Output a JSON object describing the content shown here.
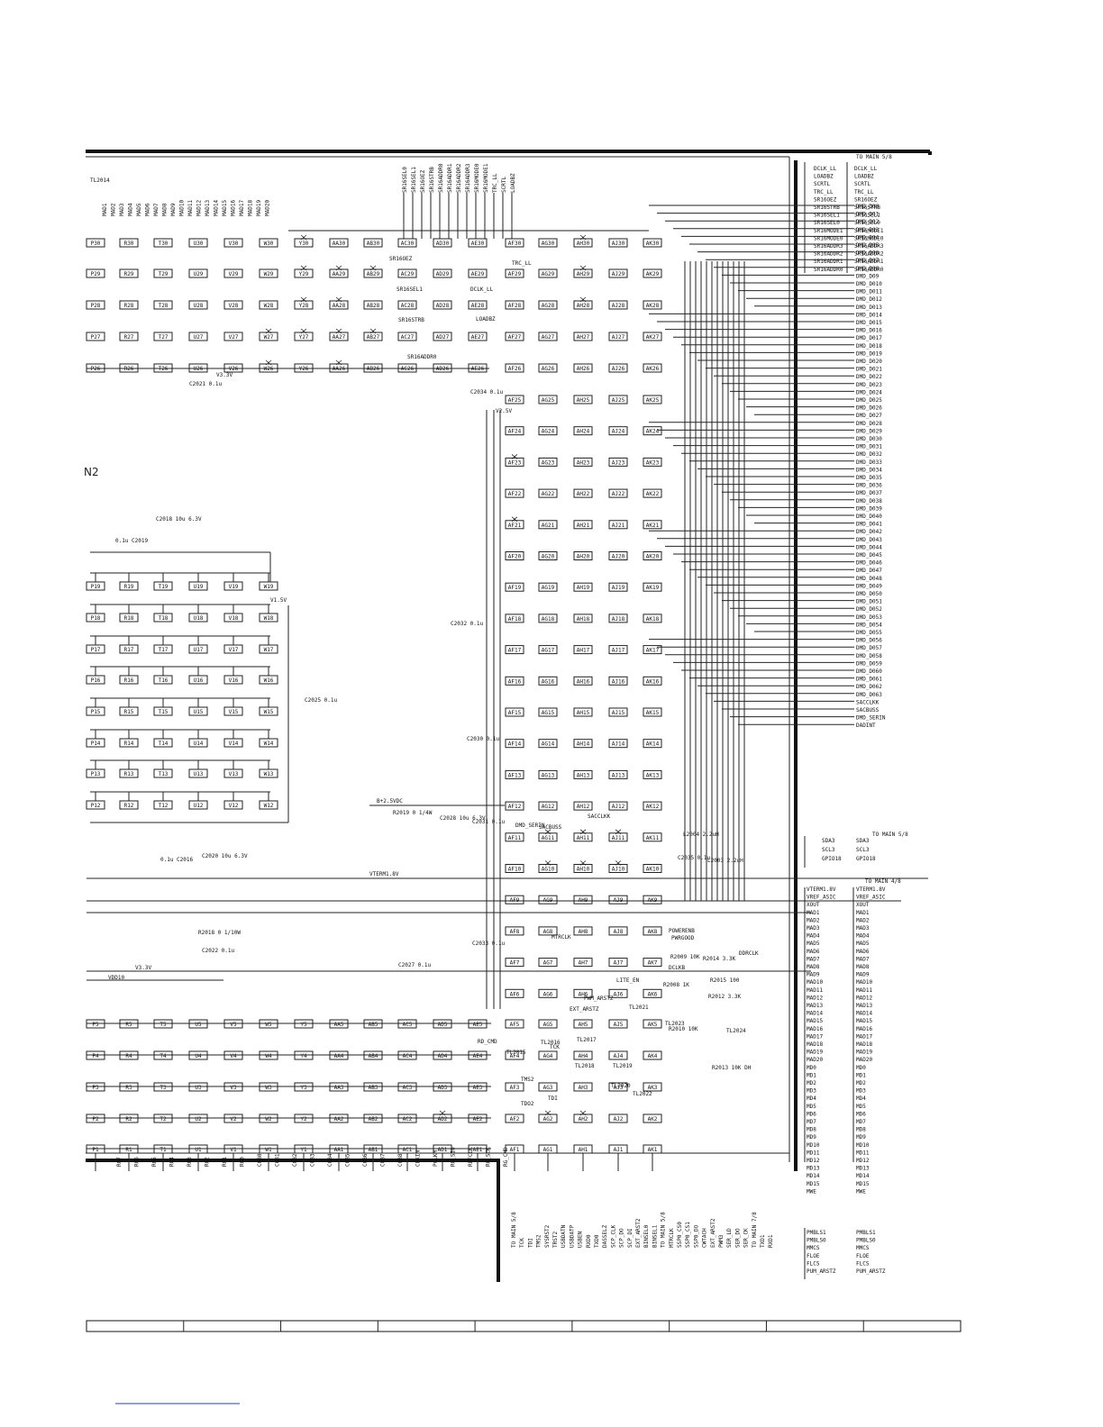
{
  "sheet_fragment_label": "N2",
  "to_main_labels": [
    "TO MAIN 5/8",
    "TO MAIN 5/8",
    "TO MAIN 4/8"
  ],
  "right_top_signals": [
    "DCLK_LL",
    "LOADBZ",
    "SCRTL",
    "TRC_LL",
    "SR16OEZ",
    "SR16STRB",
    "SR16SEL1",
    "SR16SEL0",
    "SR16MODE1",
    "SR16MODE0",
    "SR16ADDR3",
    "SR16ADDR2",
    "SR16ADDR1",
    "SR16ADDR0"
  ],
  "dmd_signals": [
    "DMD_D00",
    "DMD_D01",
    "DMD_D02",
    "DMD_D03",
    "DMD_D04",
    "DMD_D05",
    "DMD_D06",
    "DMD_D07",
    "DMD_D08",
    "DMD_D09",
    "DMD_D010",
    "DMD_D011",
    "DMD_D012",
    "DMD_D013",
    "DMD_D014",
    "DMD_D015",
    "DMD_D016",
    "DMD_D017",
    "DMD_D018",
    "DMD_D019",
    "DMD_D020",
    "DMD_D021",
    "DMD_D022",
    "DMD_D023",
    "DMD_D024",
    "DMD_D025",
    "DMD_D026",
    "DMD_D027",
    "DMD_D028",
    "DMD_D029",
    "DMD_D030",
    "DMD_D031",
    "DMD_D032",
    "DMD_D033",
    "DMD_D034",
    "DMD_D035",
    "DMD_D036",
    "DMD_D037",
    "DMD_D038",
    "DMD_D039",
    "DMD_D040",
    "DMD_D041",
    "DMD_D042",
    "DMD_D043",
    "DMD_D044",
    "DMD_D045",
    "DMD_D046",
    "DMD_D047",
    "DMD_D048",
    "DMD_D049",
    "DMD_D050",
    "DMD_D051",
    "DMD_D052",
    "DMD_D053",
    "DMD_D054",
    "DMD_D055",
    "DMD_D056",
    "DMD_D057",
    "DMD_D058",
    "DMD_D059",
    "DMD_D060",
    "DMD_D061",
    "DMD_D062",
    "DMD_D063",
    "SACCLKK",
    "SACBUSS",
    "DMD_SERIN",
    "DADINT"
  ],
  "right_mid_signals": [
    "SDA3",
    "SCL3",
    "GPIO18"
  ],
  "right_lower_signals": [
    "VTERM1.8V",
    "VREF_ASIC",
    "XOUT",
    "MAD1",
    "MAD2",
    "MAD3",
    "MAD4",
    "MAD5",
    "MAD6",
    "MAD7",
    "MAD8",
    "MAD9",
    "MAD10",
    "MAD11",
    "MAD12",
    "MAD13",
    "MAD14",
    "MAD15",
    "MAD16",
    "MAD17",
    "MAD18",
    "MAD19",
    "MAD20",
    "MD0",
    "MD1",
    "MD2",
    "MD3",
    "MD4",
    "MD5",
    "MD6",
    "MD7",
    "MD8",
    "MD9",
    "MD10",
    "MD11",
    "MD12",
    "MD13",
    "MD14",
    "MD15",
    "MWE"
  ],
  "right_bottom_signals": [
    "PMBLS1",
    "PMBLS0",
    "MMCS",
    "FLOE",
    "FLCS",
    "PUM_ARSTZ"
  ],
  "bottom_signals": [
    "TO MAIN 5/8",
    "TCK",
    "TDI",
    "TMS2",
    "SYSRST2",
    "TRST2",
    "USBDATN",
    "USBDATP",
    "USBEN",
    "RXD0",
    "TXD0",
    "DASSELZ",
    "SCP_CLK",
    "SCP_DO",
    "SCP_DI",
    "EXT_ARST2",
    "BINSEL0",
    "BINSEL1",
    "TO MAIN 5/8",
    "MTRCLK",
    "SSP0_CS0",
    "SSP0_CS1",
    "SSP0_DO",
    "CWTACH",
    "EXT_ARST2",
    "PWM3",
    "SER_LD",
    "SER_DO",
    "SER_CK",
    "TO MAIN 7/8",
    "TXD1",
    "RXD1"
  ],
  "top_bus_labels": [
    "SR16SEL0",
    "SR16SEL1",
    "SR16OEZ",
    "SR16STRB",
    "SR16ADDR0",
    "SR16ADDR1",
    "SR16ADDR2",
    "SR16ADDR3",
    "SR16MODE0",
    "SR16MODE1",
    "TRC_LL",
    "SCRTL",
    "LOADBZ"
  ],
  "left_top_labels": [
    "TL2014",
    "MAD1",
    "MAD2",
    "MAD3",
    "MAD4",
    "MAD5",
    "MAD6",
    "MAD7",
    "MAD8",
    "MAD9",
    "MAD10",
    "MAD11",
    "MAD12",
    "MAD13",
    "MAD14",
    "MAD15",
    "MAD16",
    "MAD17",
    "MAD18",
    "MAD19",
    "MAD20"
  ],
  "bga_rows": [
    {
      "pins": [
        "P30",
        "R30",
        "T30",
        "U30",
        "V30",
        "W30",
        "Y30",
        "AA30",
        "AB30",
        "AC30",
        "AD30",
        "AE30",
        "AF30",
        "AG30",
        "AH30",
        "AJ30",
        "AK30"
      ]
    },
    {
      "pins": [
        "P29",
        "R29",
        "T29",
        "U29",
        "V29",
        "W29",
        "Y29",
        "AA29",
        "AB29",
        "AC29",
        "AD29",
        "AE29",
        "AF29",
        "AG29",
        "AH29",
        "AJ29",
        "AK29"
      ]
    },
    {
      "pins": [
        "P28",
        "R28",
        "T28",
        "U28",
        "V28",
        "W28",
        "Y28",
        "AA28",
        "AB28",
        "AC28",
        "AD28",
        "AE28",
        "AF28",
        "AG28",
        "AH28",
        "AJ28",
        "AK28"
      ]
    },
    {
      "pins": [
        "P27",
        "R27",
        "T27",
        "U27",
        "V27",
        "W27",
        "Y27",
        "AA27",
        "AB27",
        "AC27",
        "AD27",
        "AE27",
        "AF27",
        "AG27",
        "AH27",
        "AJ27",
        "AK27"
      ]
    },
    {
      "pins": [
        "P26",
        "R26",
        "T26",
        "U26",
        "V26",
        "W26",
        "Y26",
        "AA26",
        "AB26",
        "AC26",
        "AD26",
        "AE26",
        "AF26",
        "AG26",
        "AH26",
        "AJ26",
        "AK26"
      ]
    }
  ],
  "mid_columns": {
    "rows": [
      "25",
      "24",
      "23",
      "22",
      "21",
      "20",
      "19",
      "18",
      "17",
      "16",
      "15",
      "14",
      "13",
      "12",
      "11",
      "10",
      "9",
      "8",
      "7",
      "6"
    ],
    "cols": [
      "AF",
      "AG",
      "AH",
      "AJ",
      "AK"
    ]
  },
  "left_grid_rows": [
    {
      "pins": [
        "P19",
        "R19",
        "T19",
        "U19",
        "V19",
        "W19"
      ]
    },
    {
      "pins": [
        "P18",
        "R18",
        "T18",
        "U18",
        "V18",
        "W18"
      ]
    },
    {
      "pins": [
        "P17",
        "R17",
        "T17",
        "U17",
        "V17",
        "W17"
      ]
    },
    {
      "pins": [
        "P16",
        "R16",
        "T16",
        "U16",
        "V16",
        "W16"
      ]
    },
    {
      "pins": [
        "P15",
        "R15",
        "T15",
        "U15",
        "V15",
        "W15"
      ]
    },
    {
      "pins": [
        "P14",
        "R14",
        "T14",
        "U14",
        "V14",
        "W14"
      ]
    },
    {
      "pins": [
        "P13",
        "R13",
        "T13",
        "U13",
        "V13",
        "W13"
      ]
    },
    {
      "pins": [
        "P12",
        "R12",
        "T12",
        "U12",
        "V12",
        "W12"
      ]
    }
  ],
  "bottom_grid_rows": [
    {
      "pins": [
        "P5",
        "R5",
        "T5",
        "U5",
        "V5",
        "W5",
        "Y5",
        "AA5",
        "AB5",
        "AC5",
        "AD5",
        "AE5",
        "AF5",
        "AG5",
        "AH5",
        "AJ5",
        "AK5"
      ]
    },
    {
      "pins": [
        "P4",
        "R4",
        "T4",
        "U4",
        "V4",
        "W4",
        "Y4",
        "AA4",
        "AB4",
        "AC4",
        "AD4",
        "AE4",
        "AF4",
        "AG4",
        "AH4",
        "AJ4",
        "AK4"
      ]
    },
    {
      "pins": [
        "P3",
        "R3",
        "T3",
        "U3",
        "V3",
        "W3",
        "Y3",
        "AA3",
        "AB3",
        "AC3",
        "AD3",
        "AE3",
        "AF3",
        "AG3",
        "AH3",
        "AJ3",
        "AK3"
      ]
    },
    {
      "pins": [
        "P2",
        "R2",
        "T2",
        "U2",
        "V2",
        "W2",
        "Y2",
        "AA2",
        "AB2",
        "AC2",
        "AD2",
        "AE2",
        "AF2",
        "AG2",
        "AH2",
        "AJ2",
        "AK2"
      ]
    },
    {
      "pins": [
        "P1",
        "R1",
        "T1",
        "U1",
        "V1",
        "W1",
        "Y1",
        "AA1",
        "AB1",
        "AC1",
        "AD1",
        "AE1",
        "AF1",
        "AG1",
        "AH1",
        "AJ1",
        "AK1"
      ]
    }
  ],
  "bottom_pin_labels": [
    "RG7",
    "RG6",
    "RG5",
    "RG4",
    "RG3",
    "RG2",
    "RG1",
    "RG0",
    "CGB0",
    "CGB1",
    "CGB2",
    "CGB3",
    "CGB4",
    "CGB5",
    "CGB6",
    "CGB7",
    "CGB8",
    "CLKIN",
    "PCLKM",
    "RG_SIO",
    "REFCLK",
    "RG_SCK",
    "RG_CMD"
  ],
  "components": [
    "C2021 0.1u",
    "V3.3V",
    "C2034 0.1u",
    "V2.5V",
    "C2018 10u 6.3V",
    "0.1u C2019",
    "V1.5V",
    "C2032 0.1u",
    "C2025 0.1u",
    "C2030 0.1u",
    "B+2.5VDC",
    "R2019 0 1/4W",
    "C2028 10u 6.3V",
    "C2031 0.1u",
    "0.1u C2016",
    "C2020 10u 6.3V",
    "L2004 2.2uH",
    "C2035 0.1u",
    "L2003 2.2uH",
    "VTERM1.8V",
    "R2018 0 1/10W",
    "C2022 0.1u",
    "V3.3V",
    "C2033 0.1u",
    "VDD10",
    "C2027 0.1u",
    "R2009 10K",
    "R2014 3.3K",
    "R2015 100",
    "R2008 1K",
    "R2012 3.3K",
    "R2010 10K",
    "R2013 10K DH",
    "TL2015",
    "TL2016",
    "TL2017",
    "TL2018",
    "TL2019",
    "TL2020",
    "TL2021",
    "TL2022",
    "TL2023",
    "TL2024",
    "POWERENB",
    "PWRGOOD",
    "DCLKB",
    "DDRCLK",
    "LITE_EN",
    "PWM_ARSTZ",
    "EXT_ARSTZ",
    "MTRCLK",
    "TCK",
    "TDI",
    "TDO2",
    "TMS2",
    "RD_CMD",
    "TRC_LL",
    "DCLK_LL",
    "LOADBZ",
    "SR16OEZ",
    "SR16SEL1",
    "SR16STRB",
    "SR16ADDR0",
    "SACBUSS",
    "SACCLKK",
    "DMD_SERIN"
  ],
  "title_block_cells": [
    "",
    "",
    "",
    "",
    "",
    "",
    "",
    "",
    ""
  ]
}
